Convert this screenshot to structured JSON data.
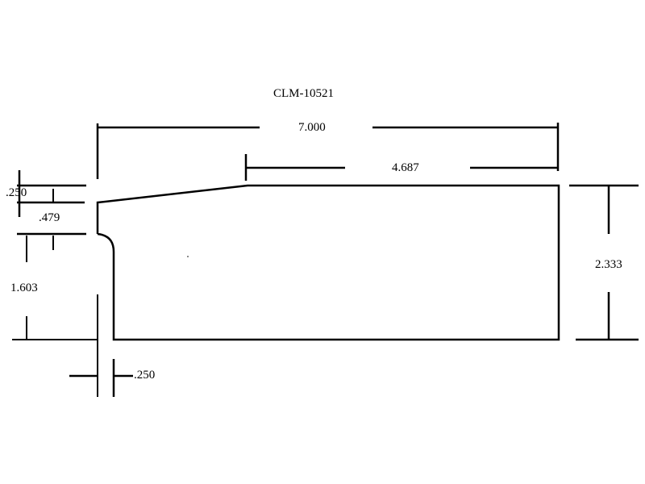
{
  "title": "CLM-10521",
  "dimensions": {
    "overall_width": "7.000",
    "top_flat_width": "4.687",
    "overall_height": "2.333",
    "top_step": ".250",
    "notch_height": ".479",
    "lower_height": "1.603",
    "wall_thickness": ".250"
  },
  "colors": {
    "line": "#000000",
    "background": "#ffffff"
  }
}
